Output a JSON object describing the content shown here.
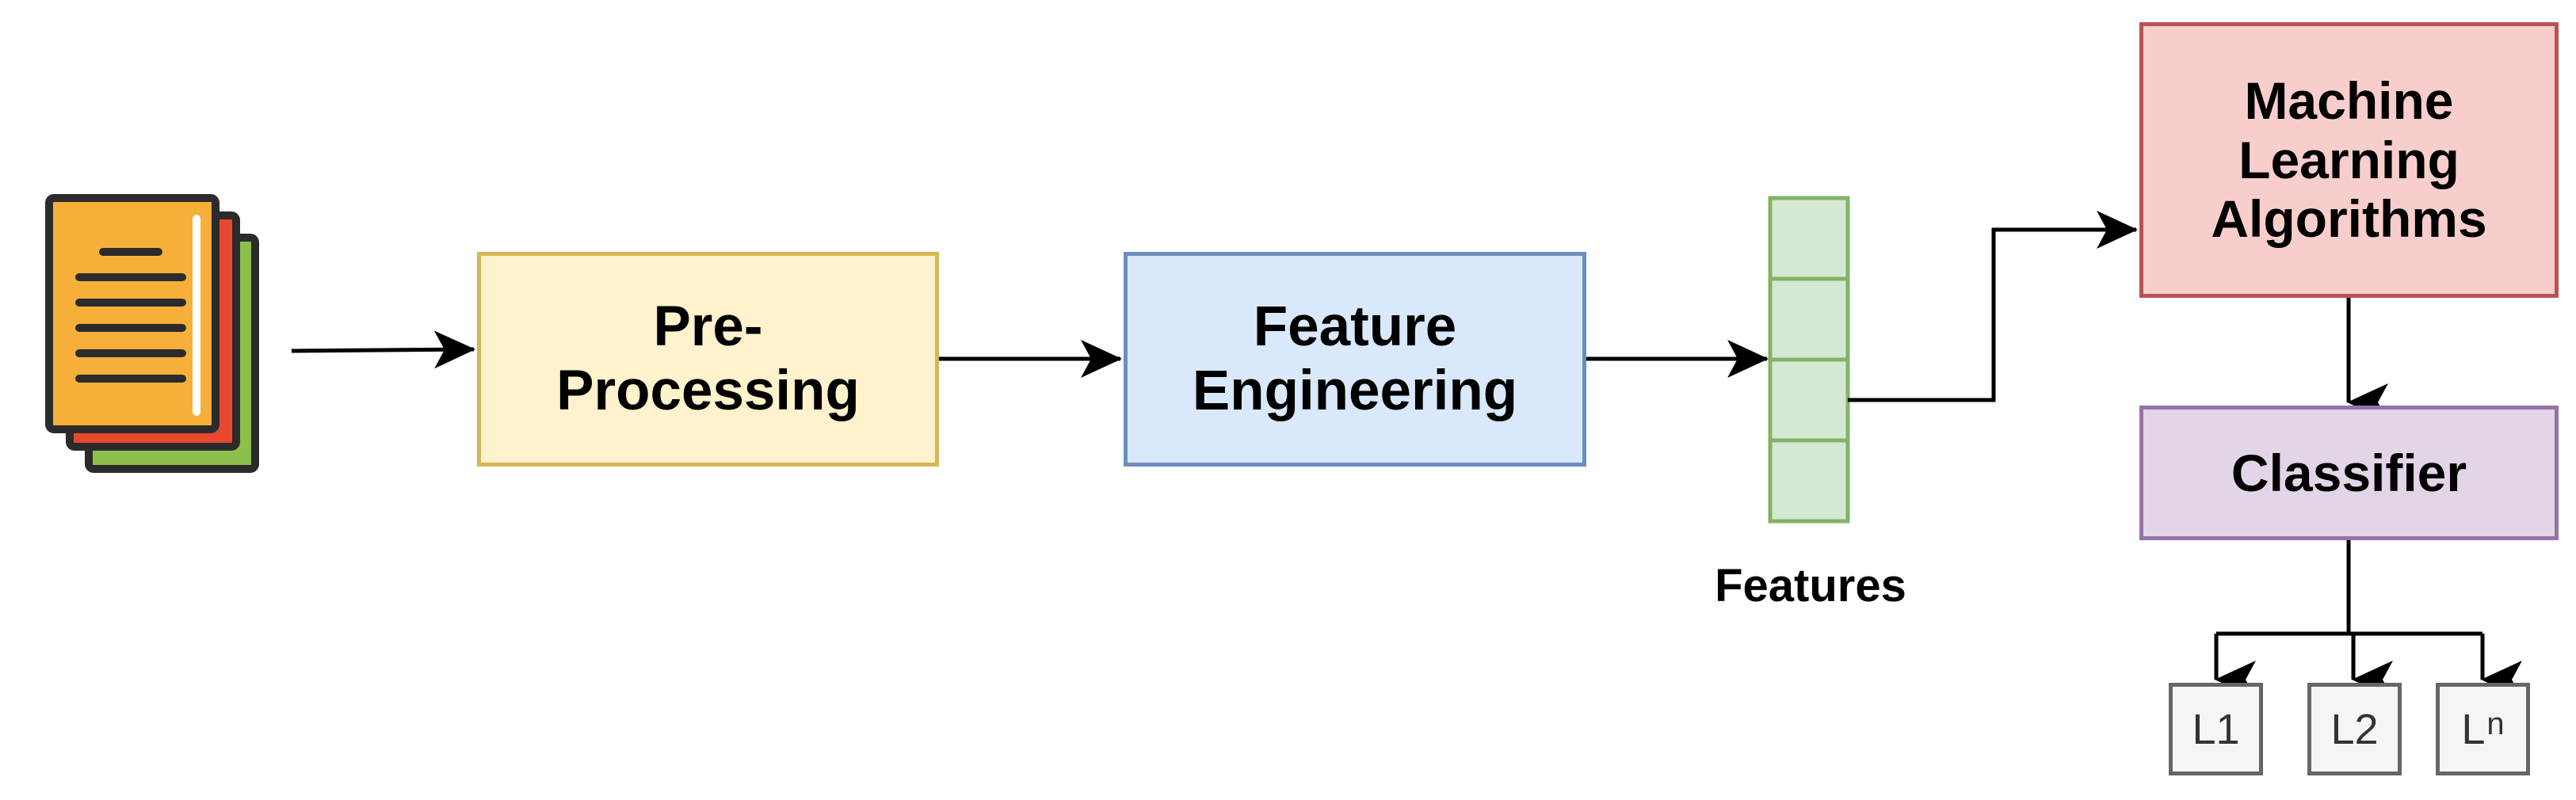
{
  "colors": {
    "preprocessing_fill": "#fff2cc",
    "preprocessing_border": "#d6b656",
    "feature_engineering_fill": "#dae8fc",
    "feature_engineering_border": "#6c8ebf",
    "features_fill": "#d5e8d4",
    "features_border": "#82b366",
    "ml_fill": "#f8cecc",
    "ml_border": "#b85450",
    "classifier_fill": "#e1d5e7",
    "classifier_border": "#9673a6",
    "label_fill": "#f5f5f5",
    "label_border": "#666666",
    "arrow": "#000000",
    "doc_orange": "#f6b03a",
    "doc_red": "#e8492e",
    "doc_green": "#8cc04b",
    "doc_outline": "#2b2b2b"
  },
  "nodes": {
    "documents": {
      "icon": "document-stack-icon"
    },
    "preprocessing": {
      "line1": "Pre-",
      "line2": "Processing"
    },
    "feature_engineering": {
      "line1": "Feature",
      "line2": "Engineering"
    },
    "features": {
      "caption": "Features",
      "cell_count": 4
    },
    "ml": {
      "line1": "Machine",
      "line2": "Learning",
      "line3": "Algorithms"
    },
    "classifier": {
      "label": "Classifier"
    },
    "labels": [
      {
        "text": "L1",
        "sup": ""
      },
      {
        "text": "L2",
        "sup": ""
      },
      {
        "text": "L",
        "sup": "n"
      }
    ]
  }
}
